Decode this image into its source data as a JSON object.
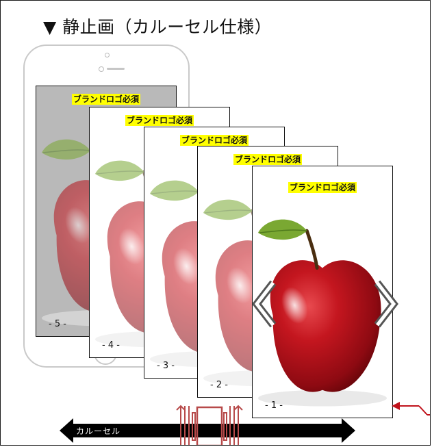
{
  "title": "▼ 静止画（カルーセル仕様）",
  "cards": [
    {
      "brand_label": "ブランドロゴ必須",
      "number": "- 5 -"
    },
    {
      "brand_label": "ブランドロゴ必須",
      "number": "- 4 -"
    },
    {
      "brand_label": "ブランドロゴ必須",
      "number": "- 3 -"
    },
    {
      "brand_label": "ブランドロゴ必須",
      "number": "- 2 -"
    },
    {
      "brand_label": "ブランドロゴ必須",
      "number": "- 1 -"
    }
  ],
  "carousel_label": "カルーセル",
  "colors": {
    "label_bg": "#ffff00",
    "apple_red": "#b3111a",
    "leaf_green": "#7aa832",
    "arrow_grey": "#6d6d6d",
    "accent_red": "#c0121b",
    "swipe_icon": "#b74a4a"
  },
  "icons": [
    "chevron-left-icon",
    "chevron-right-icon",
    "swipe-icon",
    "pointer-arrow-icon",
    "phone-mockup-icon"
  ]
}
